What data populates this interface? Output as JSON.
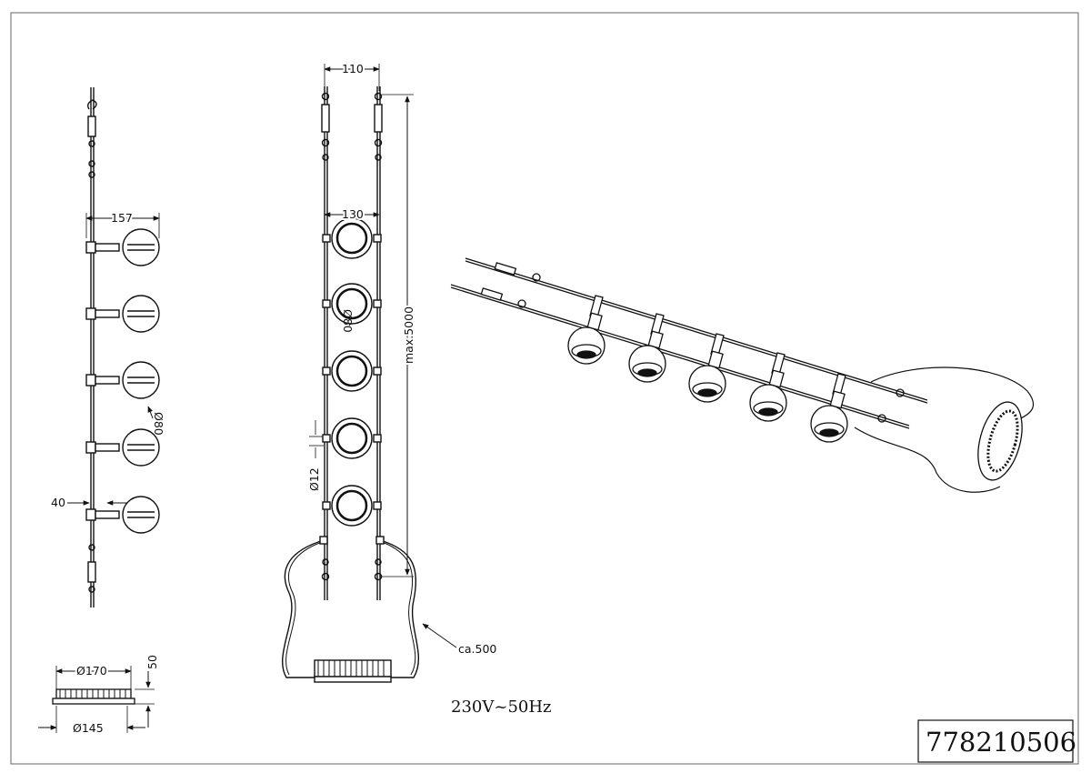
{
  "drawing": {
    "side_view": {
      "dim_width": "157",
      "dim_offset": "40",
      "dim_diameter": "Ø80"
    },
    "front_view": {
      "dim_spacing": "110",
      "dim_head_width": "130",
      "dim_diameter": "Ø80",
      "dim_clamp": "Ø12",
      "dim_length": "max.5000",
      "dim_cable": "ca.500"
    },
    "transformer": {
      "dim_top": "Ø170",
      "dim_bottom": "Ø145",
      "dim_height": "50"
    },
    "voltage": "230V~50Hz",
    "article_number": "778210506"
  }
}
